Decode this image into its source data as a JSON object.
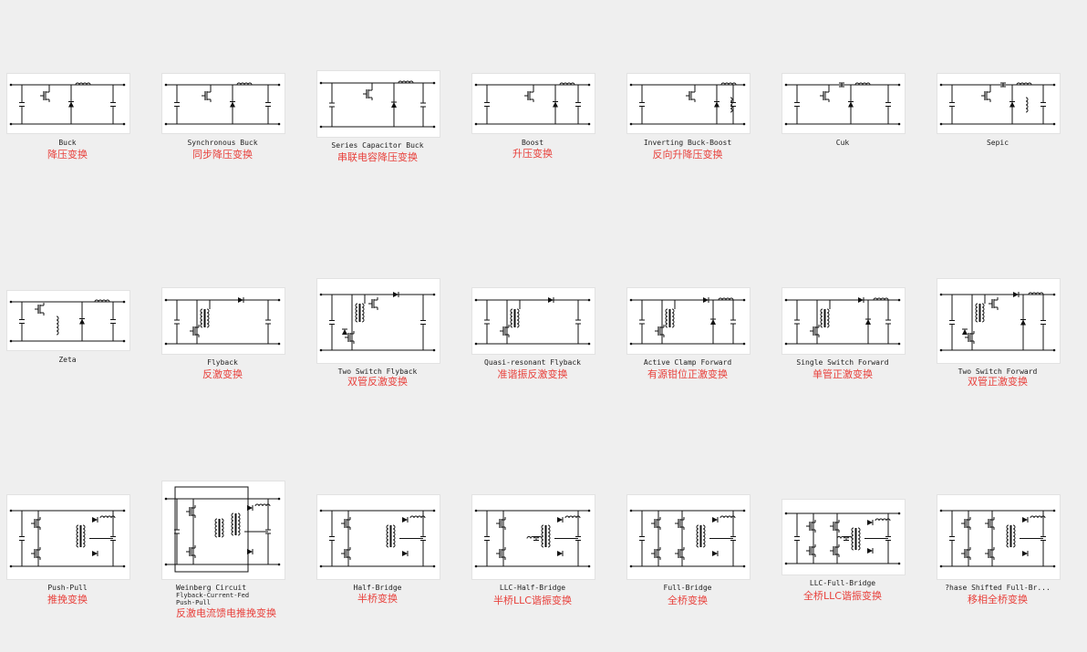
{
  "accent_color": "#e8413c",
  "tiles": [
    {
      "en": "Buck",
      "cn": "降压变换"
    },
    {
      "en": "Synchronous Buck",
      "cn": "同步降压变换"
    },
    {
      "en": "Series Capacitor Buck",
      "cn": "串联电容降压变换"
    },
    {
      "en": "Boost",
      "cn": "升压变换"
    },
    {
      "en": "Inverting Buck-Boost",
      "cn": "反向升降压变换"
    },
    {
      "en": "Cuk",
      "cn": ""
    },
    {
      "en": "Sepic",
      "cn": ""
    },
    {
      "en": "Zeta",
      "cn": ""
    },
    {
      "en": "Flyback",
      "cn": "反激变换"
    },
    {
      "en": "Two Switch Flyback",
      "cn": "双管反激变换"
    },
    {
      "en": "Quasi-resonant Flyback",
      "cn": "准谐振反激变换"
    },
    {
      "en": "Active Clamp Forward",
      "cn": "有源钳位正激变换"
    },
    {
      "en": "Single Switch Forward",
      "cn": "单管正激变换"
    },
    {
      "en": "Two Switch Forward",
      "cn": "双管正激变换"
    },
    {
      "en": "Push-Pull",
      "cn": "推挽变换"
    },
    {
      "en": "Weinberg Circuit",
      "sub1": "Flyback-Current-Fed",
      "sub2": "Push-Pull",
      "cn": "反激电流馈电推挽变换"
    },
    {
      "en": "Half-Bridge",
      "cn": "半桥变换"
    },
    {
      "en": "LLC-Half-Bridge",
      "cn": "半桥LLC谐振变换"
    },
    {
      "en": "Full-Bridge",
      "cn": "全桥变换"
    },
    {
      "en": "LLC-Full-Bridge",
      "cn": "全桥LLC谐振变换"
    },
    {
      "en": "?hase Shifted Full-Br...",
      "cn": "移相全桥变换"
    }
  ]
}
